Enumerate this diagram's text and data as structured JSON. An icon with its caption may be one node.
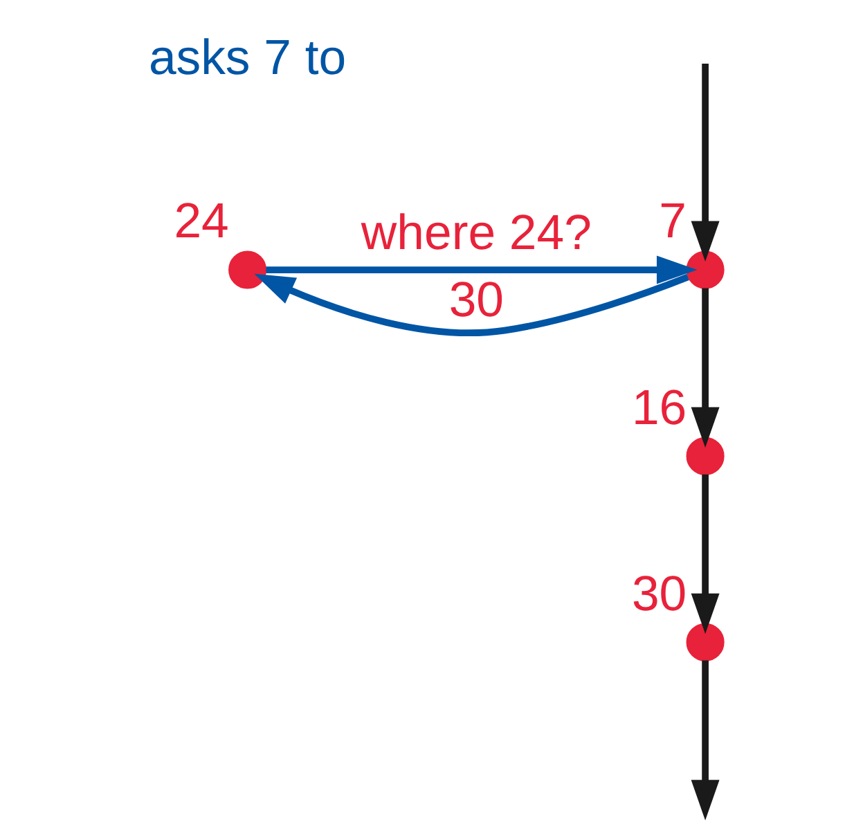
{
  "diagram": {
    "nodes": [
      {
        "text": [],
        "shape": "circle",
        "beside": [
          "7"
        ]
      },
      {
        "text": [],
        "shape": "circle",
        "beside": [
          "24"
        ]
      },
      {
        "text": [],
        "shape": "circle",
        "beside": [
          "16"
        ]
      },
      {
        "text": [],
        "shape": "circle",
        "beside": [
          "30"
        ]
      }
    ],
    "edges": [
      {
        "from": null,
        "to": 0,
        "arrow": "to"
      },
      {
        "from": 0,
        "to": 2,
        "arrow": "to"
      },
      {
        "from": 2,
        "to": 3,
        "arrow": "to"
      },
      {
        "from": 3,
        "to": null,
        "arrow": "to"
      },
      {
        "from": 1,
        "to": 0,
        "arrow": "to",
        "label": "where 24?",
        "color": "#0055a5"
      },
      {
        "from": 0,
        "to": 1,
        "arrow": "to",
        "label": "30",
        "color": "#0055a5"
      }
    ],
    "labels": [
      "asks 7 to"
    ]
  }
}
